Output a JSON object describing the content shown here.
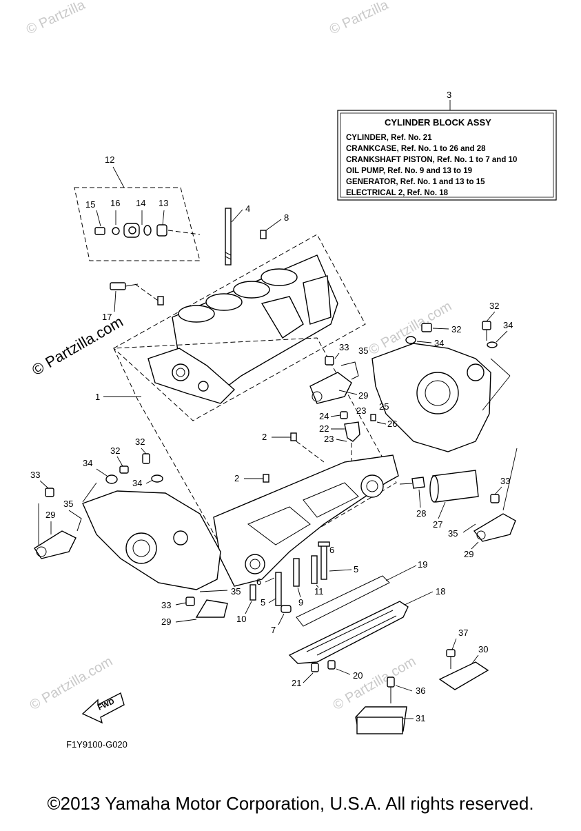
{
  "diagram": {
    "code": "F1Y9100-G020",
    "fwd_label": "FWD",
    "copyright": "©2013 Yamaha Motor Corporation, U.S.A. All rights reserved.",
    "watermarks": [
      "© Partzilla",
      "© Partzilla",
      "© Partzilla.com",
      "© Partzilla.com",
      "© Partzilla.com",
      "© Partzilla.com"
    ],
    "legend": {
      "number": "3",
      "title": "CYLINDER BLOCK ASSY",
      "lines": [
        "CYLINDER, Ref. No. 21",
        "CRANKCASE, Ref. No. 1 to 26 and 28",
        "CRANKSHAFT PISTON, Ref. No. 1 to 7 and 10",
        "OIL PUMP, Ref. No. 9 and 13 to 19",
        "GENERATOR, Ref. No. 1 and 13 to 15",
        "ELECTRICAL 2, Ref. No. 18"
      ]
    },
    "callouts": {
      "c12": "12",
      "c15": "15",
      "c16": "16",
      "c14": "14",
      "c13": "13",
      "c4": "4",
      "c8": "8",
      "c17": "17",
      "c1": "1",
      "c32a": "32",
      "c32b": "32",
      "c34a": "34",
      "c34b": "34",
      "c33a": "33",
      "c35a": "35",
      "c29a": "29",
      "c24": "24",
      "c23a": "23",
      "c22": "22",
      "c25": "25",
      "c26": "26",
      "c23b": "23",
      "c2a": "2",
      "c2b": "2",
      "c34c": "34",
      "c32c": "32",
      "c32d": "32",
      "c34d": "34",
      "c33b": "33",
      "c35b": "35",
      "c29b": "29",
      "c28": "28",
      "c27": "27",
      "c33c": "33",
      "c35c": "35",
      "c29c": "29",
      "c6a": "6",
      "c5a": "5",
      "c6b": "6",
      "c5b": "5",
      "c9": "9",
      "c11": "11",
      "c10": "10",
      "c7": "7",
      "c19": "19",
      "c18": "18",
      "c33d": "33",
      "c35d": "35",
      "c29d": "29",
      "c37": "37",
      "c30": "30",
      "c21": "21",
      "c20": "20",
      "c36": "36",
      "c31": "31"
    }
  }
}
